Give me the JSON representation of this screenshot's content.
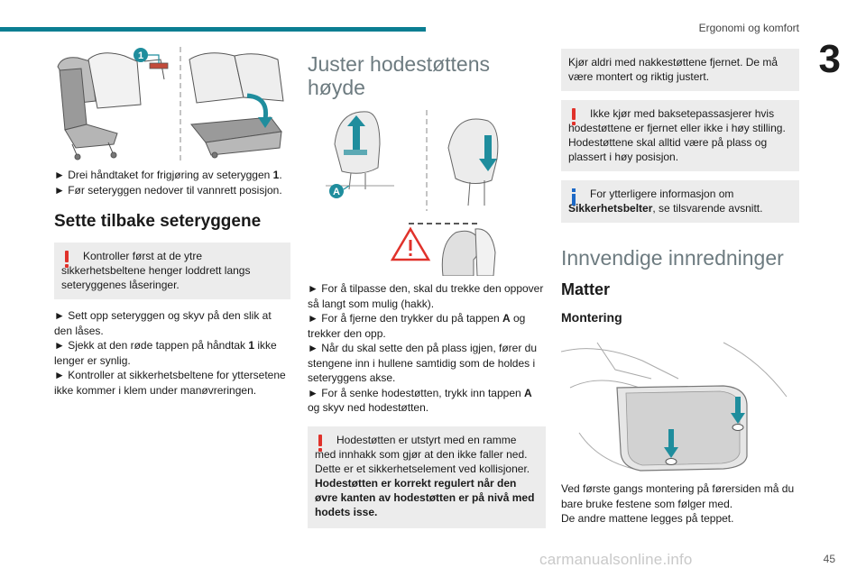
{
  "header": {
    "section_title": "Ergonomi og komfort",
    "chapter_number": "3",
    "page_number": "45"
  },
  "watermark": "carmanualsonline.info",
  "colors": {
    "accent_teal": "#0b7e92",
    "warning_red": "#e0322b",
    "info_blue": "#1d69c6",
    "box_grey": "#ececec",
    "heading_grey": "#6d7b80",
    "illustration_teal": "#1f8d9d"
  },
  "col1": {
    "figure_callout": "1",
    "steps_top": [
      {
        "pre": "► Drei håndtaket for frigjøring av seteryggen ",
        "bold": "1",
        "post": "."
      },
      {
        "pre": "► Før seteryggen nedover til vannrett posisjon.",
        "bold": "",
        "post": ""
      }
    ],
    "heading": "Sette tilbake seteryggene",
    "warning": "Kontroller først at de ytre sikkerhetsbeltene henger loddrett langs seteryggenes låseringer.",
    "steps_bottom": [
      {
        "pre": "► Sett opp seteryggen og skyv på den slik at den låses.",
        "bold": "",
        "post": ""
      },
      {
        "pre": "► Sjekk at den røde tappen på håndtak ",
        "bold": "1",
        "post": " ikke lenger er synlig."
      },
      {
        "pre": "► Kontroller at sikkerhetsbeltene for yttersetene ikke kommer i klem under manøvreringen.",
        "bold": "",
        "post": ""
      }
    ]
  },
  "col2": {
    "heading_line1": "Juster hodestøttens",
    "heading_line2": "høyde",
    "figure_callout": "A",
    "steps": [
      {
        "pre": "► For å tilpasse den, skal du trekke den oppover så langt som mulig (hakk).",
        "bold": "",
        "post": ""
      },
      {
        "pre": "► For å fjerne den trykker du på tappen ",
        "bold": "A",
        "post": " og trekker den opp."
      },
      {
        "pre": "► Når du skal sette den på plass igjen, fører du stengene inn i hullene samtidig som de holdes i seteryggens akse.",
        "bold": "",
        "post": ""
      },
      {
        "pre": "► For å senke hodestøtten, trykk inn tappen ",
        "bold": "A",
        "post": " og skyv ned hodestøtten."
      }
    ],
    "warning_text": "Hodestøtten er utstyrt med en ramme med innhakk som gjør at den ikke faller ned. Dette er et sikkerhetselement ved kollisjoner.",
    "warning_bold": "Hodestøtten er korrekt regulert når den øvre kanten av hodestøtten er på nivå med hodets isse."
  },
  "col3": {
    "box_plain": "Kjør aldri med nakkestøttene fjernet. De må være montert og riktig justert.",
    "warning": "Ikke kjør med baksetepassasjerer hvis hodestøttene er fjernet eller ikke i høy stilling. Hodestøttene skal alltid være på plass og plassert i høy posisjon.",
    "info_pre": "For ytterligere informasjon om ",
    "info_bold": "Sikkerhetsbelter",
    "info_post": ", se tilsvarende avsnitt.",
    "heading_light": "Innvendige innredninger",
    "heading_matter": "Matter",
    "heading_montering": "Montering",
    "para": [
      "Ved første gangs montering på førersiden må du bare bruke festene som følger med.",
      "De andre mattene legges på teppet."
    ]
  }
}
